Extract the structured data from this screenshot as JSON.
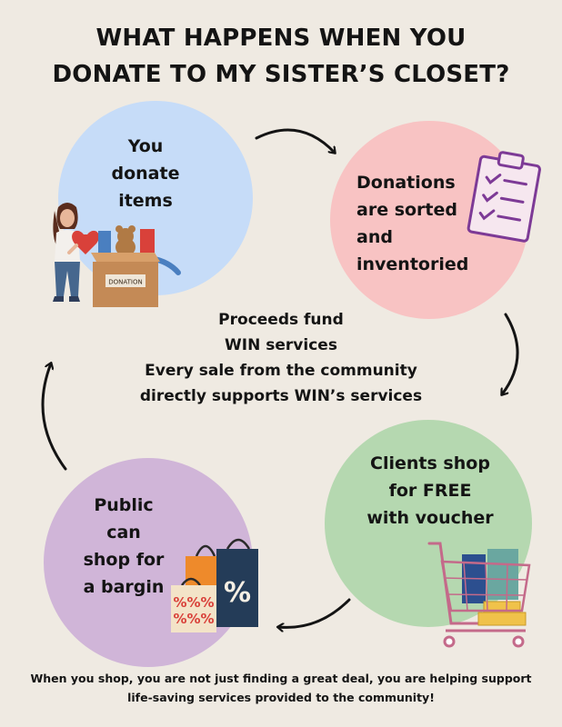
{
  "title": {
    "line1": "WHAT HAPPENS WHEN YOU",
    "line2": "DONATE TO MY SISTER’S CLOSET?"
  },
  "steps": {
    "donate": {
      "lines": [
        "You",
        "donate",
        "items"
      ],
      "color": "#c6dcf8"
    },
    "sorted": {
      "lines": [
        "Donations",
        "are sorted",
        "and",
        "inventoried"
      ],
      "color": "#f8c3c3"
    },
    "clients": {
      "lines": [
        "Clients shop",
        "for FREE",
        "with voucher"
      ],
      "color": "#b5d8b0"
    },
    "public": {
      "lines": [
        "Public",
        "can",
        "shop for",
        "a bargin"
      ],
      "color": "#d0b5d8"
    }
  },
  "center": {
    "line1": "Proceeds fund",
    "line2": "WIN services",
    "line3": "Every sale from the community",
    "line4": "directly supports WIN’s services"
  },
  "box_label": "DONATION",
  "bag_label": "%",
  "footer": {
    "line1": "When you shop, you are not just finding a great deal, you are helping support",
    "line2": "life-saving services provided to the community!"
  },
  "icons": {
    "woman": "woman-with-heart-icon",
    "box": "donation-box-icon",
    "clipboard": "clipboard-checklist-icon",
    "cart": "shopping-cart-icon",
    "bags": "shopping-bags-icon"
  }
}
